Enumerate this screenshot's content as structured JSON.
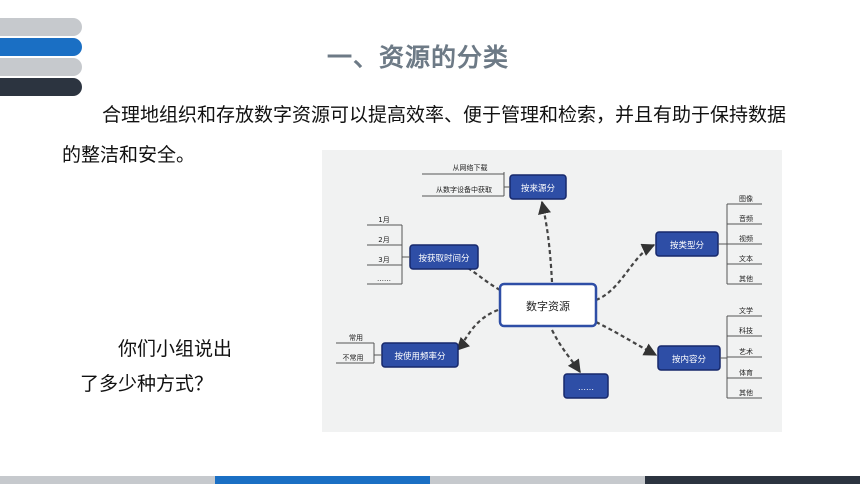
{
  "slide": {
    "title": "一、资源的分类",
    "paragraph": "合理地组织和存放数字资源可以提高效率、便于管理和检索，并且有助于保持数据的整洁和安全。",
    "question_line1": "你们小组说出",
    "question_line2": "了多少种方式？"
  },
  "colors": {
    "bar_gray": "#c6c9cd",
    "bar_blue": "#1a6fc4",
    "bar_dark": "#2c3440",
    "title_gray": "#6d7a86",
    "node_blue": "#2e4ea6"
  },
  "mindmap": {
    "center": "数字资源",
    "by_source": {
      "label": "按来源分",
      "items": [
        "从网络下载",
        "从数字设备中获取"
      ]
    },
    "by_time": {
      "label": "按获取时间分",
      "items": [
        "1月",
        "2月",
        "3月",
        "……"
      ]
    },
    "by_type": {
      "label": "按类型分",
      "items": [
        "图像",
        "音频",
        "视频",
        "文本",
        "其他"
      ]
    },
    "by_frequency": {
      "label": "按使用频率分",
      "items": [
        "常用",
        "不常用"
      ]
    },
    "by_content": {
      "label": "按内容分",
      "items": [
        "文学",
        "科技",
        "艺术",
        "体育",
        "其他"
      ]
    },
    "more": "……"
  }
}
